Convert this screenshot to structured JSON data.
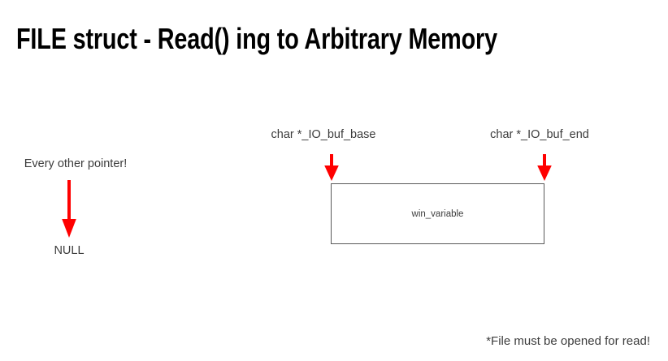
{
  "slide": {
    "background_color": "#ffffff",
    "title": "FILE struct - Read() ing to Arbitrary Memory"
  },
  "left_group": {
    "caption": "Every other pointer!",
    "arrow_color": "#ff0000",
    "arrow_name": "down-arrow-icon",
    "value": "NULL"
  },
  "buffer": {
    "base_label": "char *_IO_buf_base",
    "end_label": "char *_IO_buf_end",
    "box_text": "win_variable",
    "border_color": "#595959",
    "arrow_color": "#ff0000"
  },
  "footnote": {
    "text": "*File must be opened for read!"
  }
}
